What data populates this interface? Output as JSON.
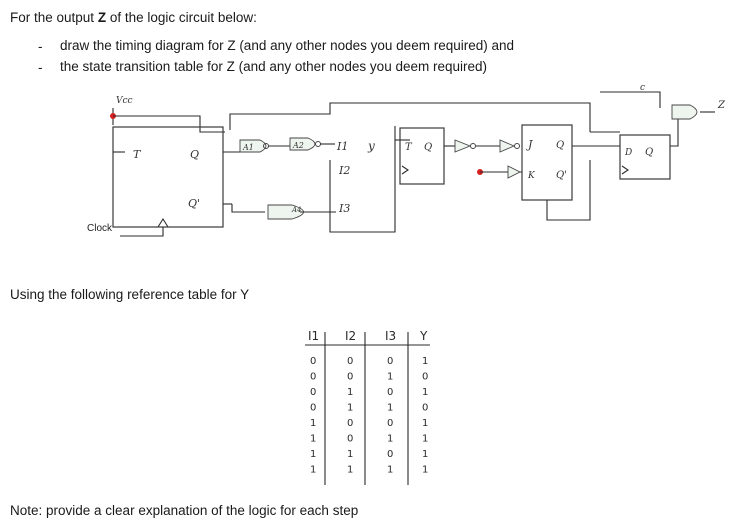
{
  "question": {
    "prefix": "For the output ",
    "output_name": "Z",
    "suffix": " of the logic circuit below:",
    "bullets": [
      "draw the timing diagram for Z (and any other nodes you deem required) and",
      "the state transition table for Z (and any other nodes you deem required)"
    ],
    "bullet_symbol": "-"
  },
  "circuit": {
    "vcc": "Vcc",
    "clock": "Clock",
    "ff1_t": "T",
    "ff1_q": "Q",
    "ff1_qbar": "Q'",
    "gate_a1": "A1",
    "gate_a2": "A2",
    "gate_a4": "A4",
    "input_i1": "I1",
    "input_i2": "I2",
    "input_i3": "I3",
    "output_y": "y",
    "ff2_t": "T",
    "ff2_q": "Q",
    "ff3_j": "J",
    "ff3_k": "K",
    "ff3_q": "Q",
    "ff3_qbar": "Q'",
    "ff4_d": "D",
    "ff4_q": "Q",
    "out_z": "Z",
    "c_label": "c"
  },
  "reference": {
    "heading": "Using the following reference table for Y",
    "headers": [
      "I1",
      "I2",
      "I3",
      "Y"
    ],
    "rows": [
      [
        "0",
        "0",
        "0",
        "1"
      ],
      [
        "0",
        "0",
        "1",
        "0"
      ],
      [
        "0",
        "1",
        "0",
        "1"
      ],
      [
        "0",
        "1",
        "1",
        "0"
      ],
      [
        "1",
        "0",
        "0",
        "1"
      ],
      [
        "1",
        "0",
        "1",
        "1"
      ],
      [
        "1",
        "1",
        "0",
        "1"
      ],
      [
        "1",
        "1",
        "1",
        "1"
      ]
    ]
  },
  "note": "Note: provide a clear explanation of the logic for each step",
  "colors": {
    "text": "#1a1a1a",
    "gate_fill": "#eef4ee",
    "red_dot": "#d62020",
    "wire": "#2b2b2b"
  }
}
